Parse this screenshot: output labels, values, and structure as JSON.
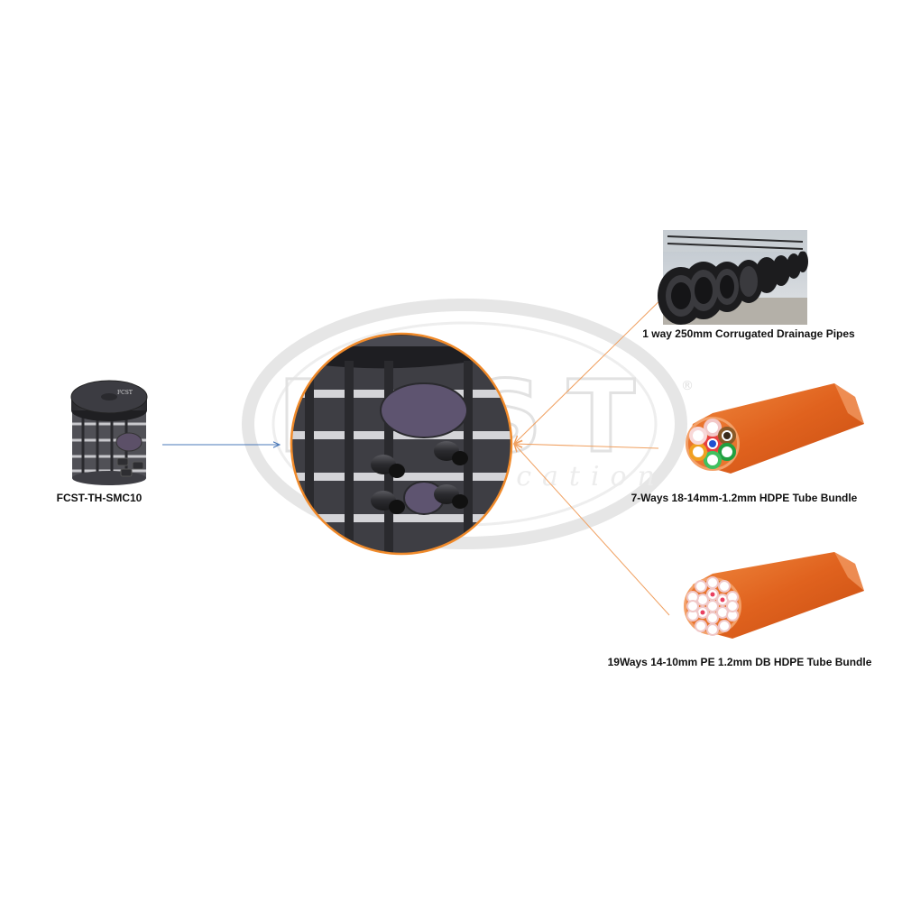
{
  "watermark": {
    "brand": "FCST",
    "tagline": "Communication",
    "registered": "®"
  },
  "product": {
    "name": "FCST-TH-SMC10",
    "cap_text": "FCST"
  },
  "accessories": [
    {
      "label": "1 way 250mm Corrugated Drainage Pipes"
    },
    {
      "label": "7-Ways 18-14mm-1.2mm HDPE Tube Bundle"
    },
    {
      "label": "19Ways 14-10mm PE 1.2mm DB HDPE Tube Bundle"
    }
  ],
  "colors": {
    "blue_arrow": "#4a78b8",
    "orange_arrow": "#f0a060",
    "zoom_ring": "#f08a2a",
    "duct_orange": "#e8722a",
    "dark_body": "#3a3a3e",
    "watermark_gray": "#e6e6e6"
  },
  "icons": [
    "product-icon",
    "zoom-detail-icon",
    "corrugated-pipe-icon",
    "tube-bundle-7way-icon",
    "tube-bundle-19way-icon"
  ]
}
